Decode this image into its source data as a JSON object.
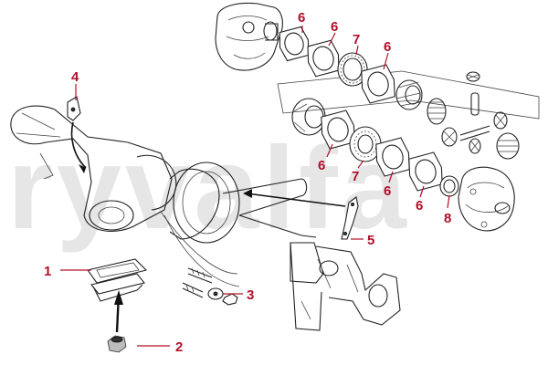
{
  "watermark": {
    "text": "ryvalfa",
    "color": "#e6e6e6"
  },
  "colors": {
    "callout_text": "#b0102a",
    "callout_line": "#b0102a",
    "line_art": "#222222"
  },
  "callouts": [
    {
      "id": "c1",
      "label": "1"
    },
    {
      "id": "c2",
      "label": "2"
    },
    {
      "id": "c3",
      "label": "3"
    },
    {
      "id": "c4",
      "label": "4"
    },
    {
      "id": "c5",
      "label": "5"
    },
    {
      "id": "c6a",
      "label": "6"
    },
    {
      "id": "c6b",
      "label": "6"
    },
    {
      "id": "c6c",
      "label": "6"
    },
    {
      "id": "c6d",
      "label": "6"
    },
    {
      "id": "c6e",
      "label": "6"
    },
    {
      "id": "c6f",
      "label": "6"
    },
    {
      "id": "c7a",
      "label": "7"
    },
    {
      "id": "c7b",
      "label": "7"
    },
    {
      "id": "c8",
      "label": "8"
    }
  ]
}
